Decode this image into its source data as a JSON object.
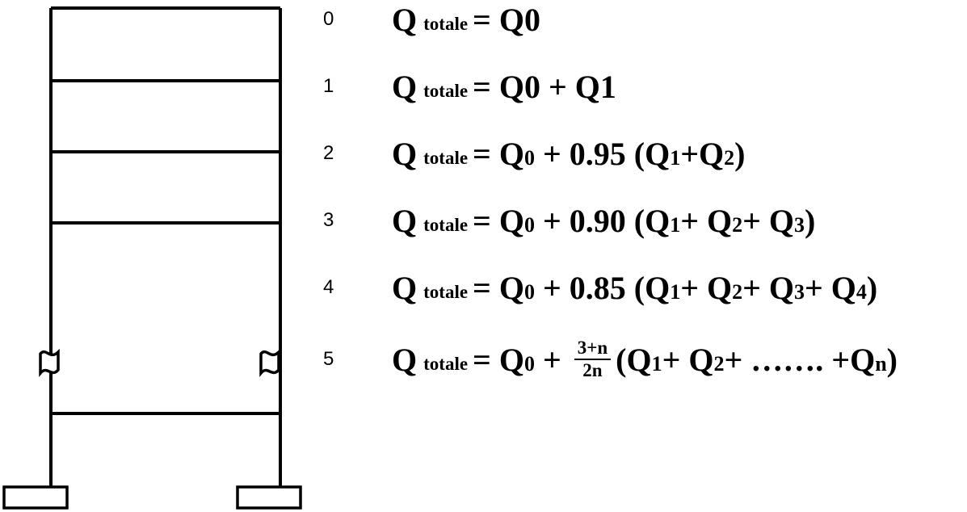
{
  "diagram": {
    "floor_labels": [
      "0",
      "1",
      "2",
      "3",
      "4",
      "5"
    ],
    "equations": [
      {
        "q": "Q",
        "sub": "totale",
        "rhs": [
          [
            "t",
            "= Q0"
          ]
        ]
      },
      {
        "q": "Q",
        "sub": "totale",
        "rhs": [
          [
            "t",
            "= Q0 + Q1"
          ]
        ]
      },
      {
        "q": "Q",
        "sub": "totale",
        "rhs": [
          [
            "t",
            "= Q"
          ],
          [
            "s",
            "0"
          ],
          [
            "t",
            " + 0.95 (Q"
          ],
          [
            "s",
            "1"
          ],
          [
            "t",
            "+Q"
          ],
          [
            "s",
            "2"
          ],
          [
            "t",
            ")"
          ]
        ]
      },
      {
        "q": "Q",
        "sub": "totale",
        "rhs": [
          [
            "t",
            "= Q"
          ],
          [
            "s",
            "0"
          ],
          [
            "t",
            " + 0.90 (Q"
          ],
          [
            "s",
            "1"
          ],
          [
            "t",
            "+ Q"
          ],
          [
            "s",
            "2"
          ],
          [
            "t",
            "+ Q"
          ],
          [
            "s",
            "3"
          ],
          [
            "t",
            ")"
          ]
        ]
      },
      {
        "q": "Q",
        "sub": "totale",
        "rhs": [
          [
            "t",
            "= Q"
          ],
          [
            "s",
            "0"
          ],
          [
            "t",
            " + 0.85 (Q"
          ],
          [
            "s",
            "1"
          ],
          [
            "t",
            "+ Q"
          ],
          [
            "s",
            "2"
          ],
          [
            "t",
            "+ Q"
          ],
          [
            "s",
            "3"
          ],
          [
            "t",
            "+ Q"
          ],
          [
            "s",
            "4"
          ],
          [
            "t",
            ")"
          ]
        ]
      },
      {
        "q": "Q",
        "sub": "totale",
        "rhs": [
          [
            "t",
            "= Q"
          ],
          [
            "s",
            "0"
          ],
          [
            "t",
            " + "
          ],
          [
            "f",
            "3+n",
            "2n"
          ],
          [
            "t",
            "(Q"
          ],
          [
            "s",
            "1"
          ],
          [
            "t",
            "+ Q"
          ],
          [
            "s",
            "2"
          ],
          [
            "t",
            "+ ……. +Q"
          ],
          [
            "s",
            "n"
          ],
          [
            "t",
            ")"
          ]
        ]
      }
    ]
  }
}
